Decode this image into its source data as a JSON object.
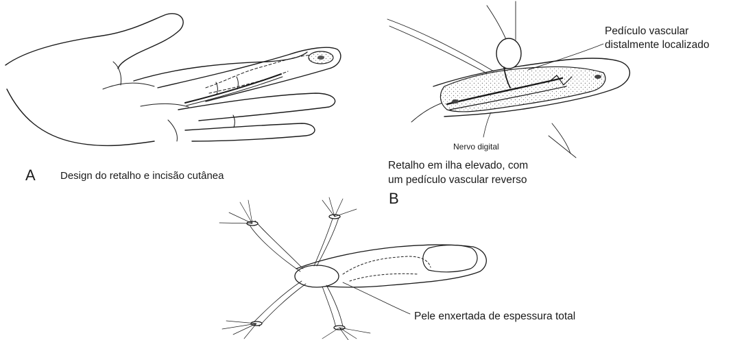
{
  "panels": [
    {
      "letter": "A",
      "caption": "Design do retalho e incisão cutânea"
    },
    {
      "letter": "B",
      "caption": "Retalho em ilha elevado, com um pedículo vascular reverso"
    }
  ],
  "labels": {
    "vascular_pedicle_line1": "Pedículo vascular",
    "vascular_pedicle_line2": "distalmente localizado",
    "digital_nerve": "Nervo digital",
    "caption_b_line1": "Retalho em ilha elevado, com",
    "caption_b_line2": "um pedículo vascular reverso",
    "graft": "Pele enxertada de espessura total"
  },
  "colors": {
    "ink": "#1a1a1a",
    "stipple": "#8a8a8a",
    "background": "#ffffff"
  }
}
